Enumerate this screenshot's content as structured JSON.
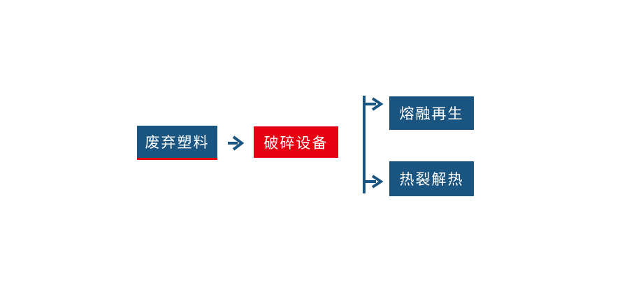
{
  "colors": {
    "node_blue": "#1A5480",
    "node_red": "#E60012",
    "connector_blue": "#1A5480",
    "underline_red": "#E60012",
    "text": "#FFFFFF",
    "background": "#FFFFFF"
  },
  "flowchart": {
    "nodes": [
      {
        "id": "waste-plastic",
        "label": "废弃塑料",
        "style": "blue-with-red-underline"
      },
      {
        "id": "crushing-equipment",
        "label": "破碎设备",
        "style": "red"
      },
      {
        "id": "melt-regeneration",
        "label": "熔融再生",
        "style": "blue"
      },
      {
        "id": "pyrolysis",
        "label": "热裂解热",
        "style": "blue"
      }
    ],
    "edges": [
      {
        "from": "waste-plastic",
        "to": "crushing-equipment",
        "type": "arrow-right"
      },
      {
        "from": "crushing-equipment",
        "to": "melt-regeneration",
        "type": "branch-arrow-right"
      },
      {
        "from": "crushing-equipment",
        "to": "pyrolysis",
        "type": "branch-arrow-right"
      }
    ]
  }
}
